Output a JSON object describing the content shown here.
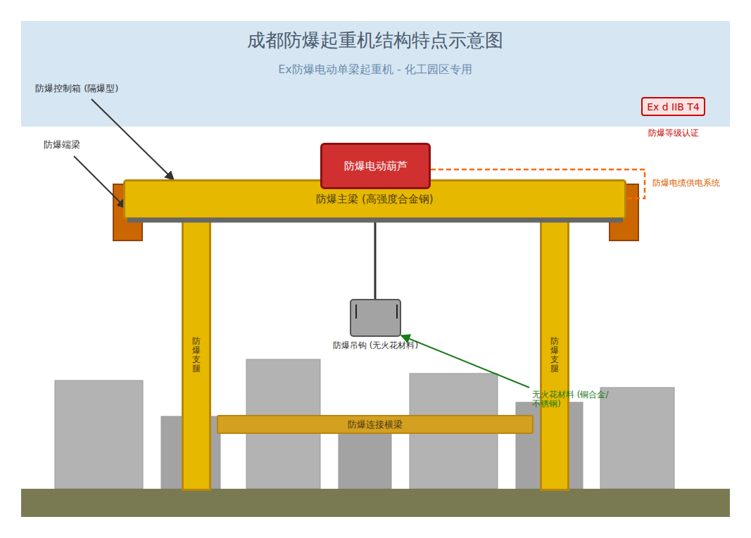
{
  "diagram": {
    "title": "成都防爆起重机结构特点示意图",
    "nodes": [
      {
        "text": [
          "Ex d IIB T4"
        ]
      },
      {
        "text": [
          "防爆电动葫芦"
        ]
      },
      {
        "text": [
          "防爆主梁 (高强度合金钢)"
        ]
      },
      {
        "text": [
          "防爆吊钩 (无火花材料)"
        ]
      },
      {
        "text": [
          "防爆支腿"
        ]
      },
      {
        "text": [
          "防爆支腿"
        ]
      },
      {
        "text": [
          "防爆连接横梁"
        ]
      }
    ],
    "labels": [
      "Ex防爆电动单梁起重机 - 化工园区专用",
      "防爆等级认证",
      "防爆电缆供电系统",
      "防爆控制箱 (隔爆型)",
      "防爆端梁",
      "无火花材料 (铜合金/不锈钢)"
    ]
  }
}
